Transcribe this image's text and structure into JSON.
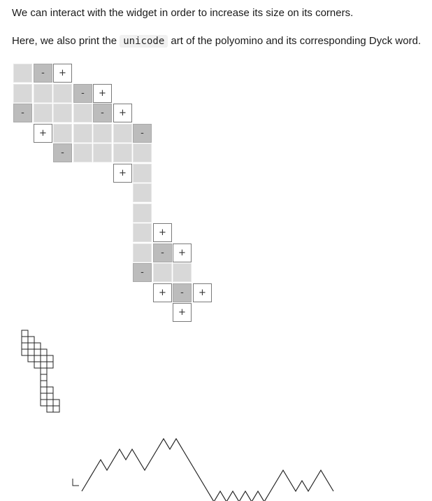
{
  "text": {
    "line1": "We can interact with the widget in order to increase its size on its corners.",
    "line2_before": "Here, we also print the ",
    "line2_code": "unicode",
    "line2_after": " art of the polyomino and its corresponding Dyck word."
  },
  "widget": {
    "minus_label": "-",
    "plus_label": "+",
    "grid": {
      "columns": 10,
      "rows": 13,
      "comment_cells": "each cell: [col, row, kind] kind: f=filled, m=minus (dark, removable), p=plus (addable)",
      "cells": [
        [
          0,
          0,
          "f"
        ],
        [
          1,
          0,
          "m"
        ],
        [
          2,
          0,
          "p"
        ],
        [
          0,
          1,
          "f"
        ],
        [
          1,
          1,
          "f"
        ],
        [
          2,
          1,
          "f"
        ],
        [
          3,
          1,
          "m"
        ],
        [
          4,
          1,
          "p"
        ],
        [
          0,
          2,
          "m"
        ],
        [
          1,
          2,
          "f"
        ],
        [
          2,
          2,
          "f"
        ],
        [
          3,
          2,
          "f"
        ],
        [
          4,
          2,
          "m"
        ],
        [
          5,
          2,
          "p"
        ],
        [
          1,
          3,
          "p"
        ],
        [
          2,
          3,
          "f"
        ],
        [
          3,
          3,
          "f"
        ],
        [
          4,
          3,
          "f"
        ],
        [
          5,
          3,
          "f"
        ],
        [
          6,
          3,
          "m"
        ],
        [
          2,
          4,
          "m"
        ],
        [
          3,
          4,
          "f"
        ],
        [
          4,
          4,
          "f"
        ],
        [
          5,
          4,
          "f"
        ],
        [
          6,
          4,
          "f"
        ],
        [
          5,
          5,
          "p"
        ],
        [
          6,
          5,
          "f"
        ],
        [
          6,
          6,
          "f"
        ],
        [
          6,
          7,
          "f"
        ],
        [
          6,
          8,
          "f"
        ],
        [
          7,
          8,
          "p"
        ],
        [
          6,
          9,
          "f"
        ],
        [
          7,
          9,
          "m"
        ],
        [
          8,
          9,
          "p"
        ],
        [
          6,
          10,
          "m"
        ],
        [
          7,
          10,
          "f"
        ],
        [
          8,
          10,
          "f"
        ],
        [
          7,
          11,
          "p"
        ],
        [
          8,
          11,
          "m"
        ],
        [
          9,
          11,
          "p"
        ],
        [
          8,
          12,
          "p"
        ]
      ]
    }
  },
  "unicode_art": {
    "comment": "rows of filled columns for the small polyomino drawing",
    "rows": [
      [
        0
      ],
      [
        0,
        1
      ],
      [
        0,
        1,
        2
      ],
      [
        0,
        1,
        2,
        3
      ],
      [
        1,
        2,
        3,
        4
      ],
      [
        2,
        3,
        4
      ],
      [
        3
      ],
      [
        3
      ],
      [
        3
      ],
      [
        3,
        4
      ],
      [
        3,
        4
      ],
      [
        3,
        4,
        5
      ],
      [
        4,
        5
      ]
    ]
  },
  "dyck_word": {
    "steps": "UUUDUUDUDDUUUDUDDDDDDUDUDUDUDUUUDDUDUUDD"
  }
}
